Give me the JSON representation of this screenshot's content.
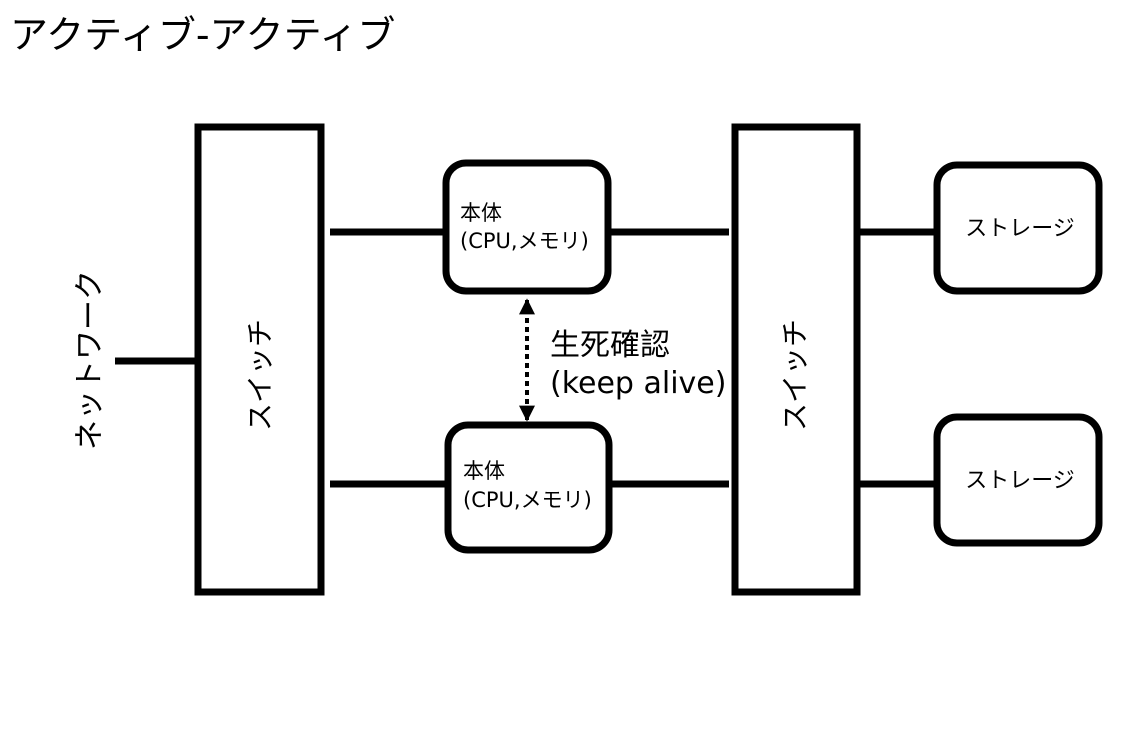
{
  "title": "アクティブ-アクティブ",
  "network": {
    "label": "ネットワーク"
  },
  "switches": {
    "left": {
      "label": "スイッチ"
    },
    "right": {
      "label": "スイッチ"
    }
  },
  "servers": {
    "top": {
      "line1": "本体",
      "line2": "(CPU,メモリ)"
    },
    "bottom": {
      "line1": "本体",
      "line2": "(CPU,メモリ)"
    }
  },
  "storage": {
    "top": {
      "label": "ストレージ"
    },
    "bottom": {
      "label": "ストレージ"
    }
  },
  "heartbeat": {
    "line1": "生死確認",
    "line2": "(keep alive)"
  },
  "colors": {
    "stroke": "#000000",
    "background": "#ffffff"
  }
}
